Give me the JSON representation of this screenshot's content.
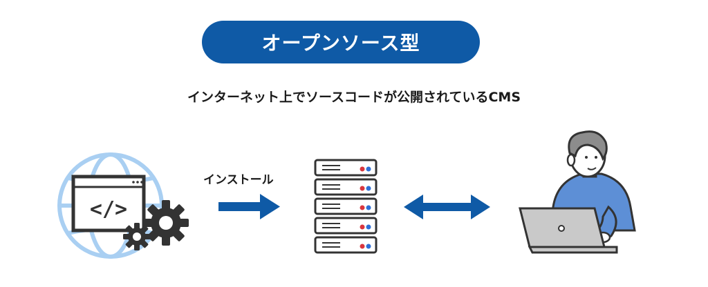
{
  "title": "オープンソース型",
  "subtitle": "インターネット上でソースコードが公開されているCMS",
  "install_label": "インストール",
  "code_symbol": "</>",
  "colors": {
    "brand_blue": "#0f5aa6",
    "globe_light_blue": "#a9cff2",
    "dark_gray": "#333333",
    "server_red": "#d9363e",
    "server_blue": "#2f6fd6",
    "person_shirt": "#5d8fd6",
    "laptop_gray": "#c9c9c9"
  },
  "icons": [
    "globe-icon",
    "code-window-icon",
    "gear-icon",
    "server-rack-icon",
    "arrow-right-icon",
    "double-arrow-icon",
    "person-laptop-icon"
  ]
}
